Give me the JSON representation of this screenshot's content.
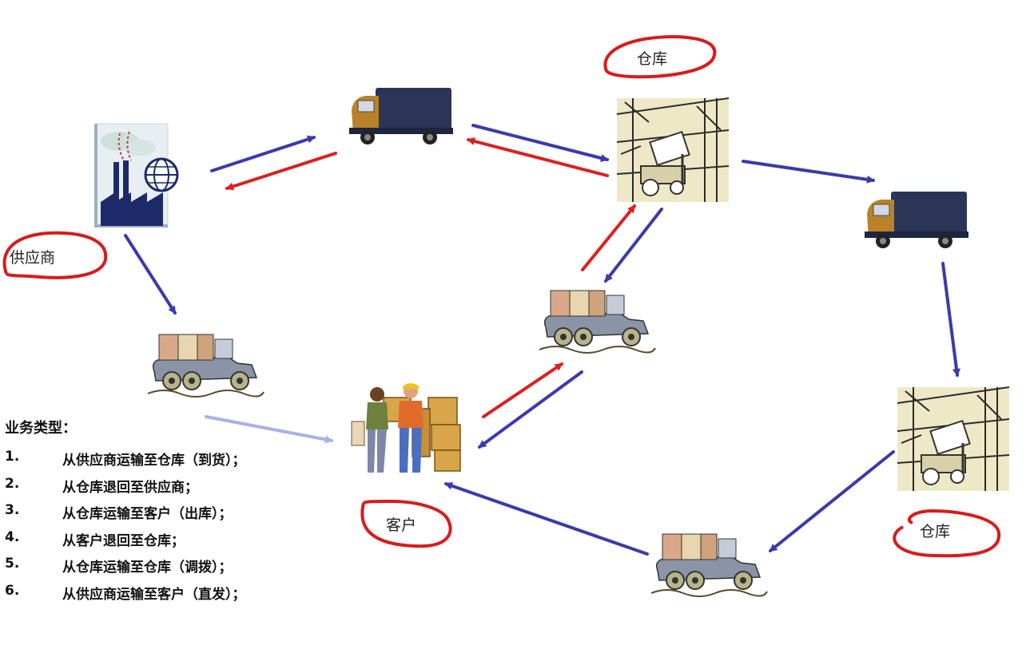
{
  "labels": {
    "warehouse_top": "仓库",
    "supplier": "供应商",
    "customer": "客户",
    "warehouse_right": "仓库"
  },
  "legend": {
    "title": "业务类型：",
    "items": [
      {
        "num": "1.",
        "text": "从供应商运输至仓库（到货）；"
      },
      {
        "num": "2.",
        "text": "从仓库退回至供应商；"
      },
      {
        "num": "3.",
        "text": "从仓库运输至客户（出库）；"
      },
      {
        "num": "4.",
        "text": "从客户退回至仓库；"
      },
      {
        "num": "5.",
        "text": "从仓库运输至仓库（调拨）；"
      },
      {
        "num": "6.",
        "text": "从供应商运输至客户（直发）；"
      }
    ]
  },
  "colors": {
    "forward_arrow": "#3a3aad",
    "return_arrow": "#dd1f1f",
    "direct_arrow": "#aab0e8",
    "highlight_ring": "#d81b1b",
    "truck_body": "#2a3558",
    "truck_cab": "#b9812a"
  },
  "icons": {
    "supplier": "factory-globe-icon",
    "truck": "box-truck-icon",
    "warehouse": "warehouse-forklift-icon",
    "cart": "cargo-wagon-icon",
    "customer": "workers-boxes-icon"
  }
}
